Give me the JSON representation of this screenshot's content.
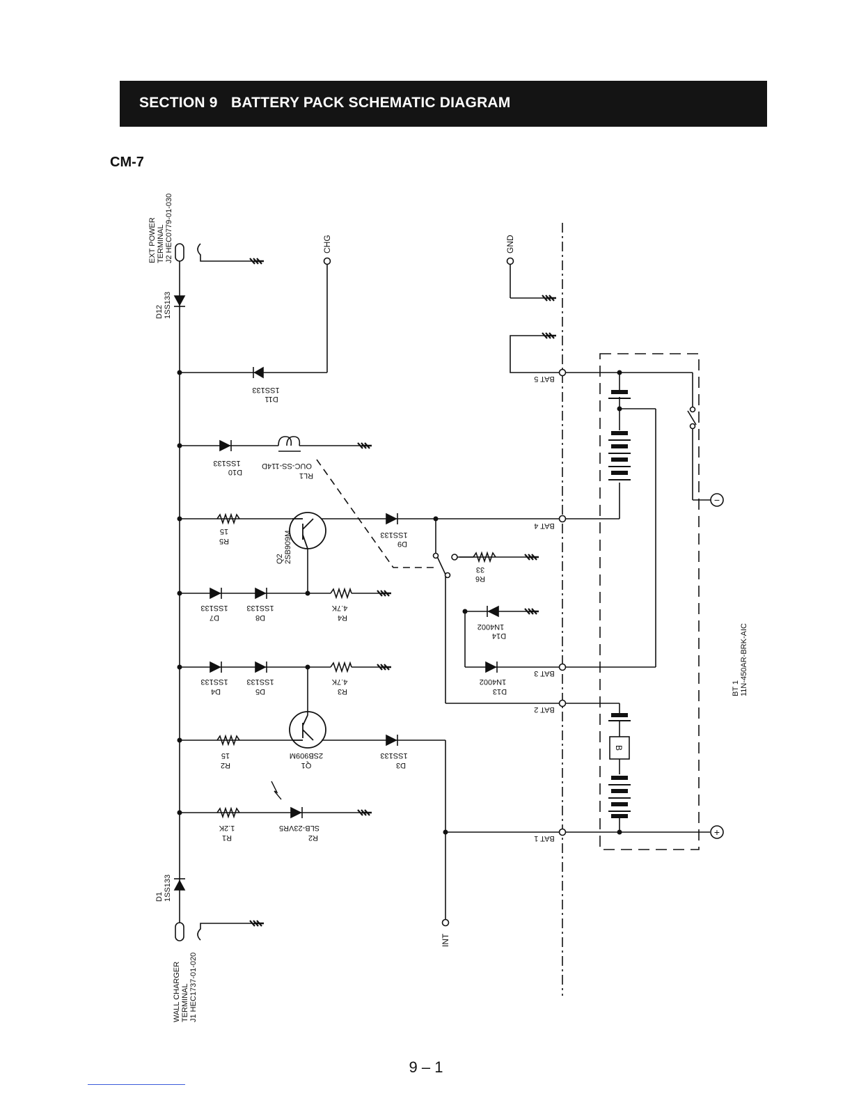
{
  "header": {
    "section": "SECTION 9",
    "title": "BATTERY PACK SCHEMATIC DIAGRAM"
  },
  "model": "CM-7",
  "page_number": "9 – 1",
  "terminals": {
    "ext_power": [
      "EXT POWER",
      "TERMINAL",
      "J2 HEC0779-01-030"
    ],
    "wall_charger": [
      "WALL CHARGER",
      "TERMINAL",
      "J1 HEC1737-01-020"
    ],
    "chg": "CHG",
    "gnd": "GND",
    "int": "INT"
  },
  "components": {
    "d12": [
      "D12",
      "1SS133"
    ],
    "d1": [
      "D1",
      "1SS133"
    ],
    "d11": [
      "D11",
      "1SS133"
    ],
    "d10": [
      "D10",
      "1SS133"
    ],
    "rl1": [
      "RL1",
      "OUC-SS-114D"
    ],
    "r5": [
      "R5",
      "15"
    ],
    "q2": [
      "Q2",
      "2SB909M"
    ],
    "d9": [
      "D9",
      "1SS133"
    ],
    "r6": [
      "R6",
      "33"
    ],
    "d7": [
      "D7",
      "1SS133"
    ],
    "d8": [
      "D8",
      "1SS133"
    ],
    "r4": [
      "R4",
      "4.7K"
    ],
    "d14": [
      "D14",
      "1N4002"
    ],
    "d4": [
      "D4",
      "1SS133"
    ],
    "d5": [
      "D5",
      "1SS133"
    ],
    "r3": [
      "R3",
      "4.7K"
    ],
    "d13": [
      "D13",
      "1N4002"
    ],
    "r2": [
      "R2",
      "15"
    ],
    "q1": [
      "Q1",
      "2SB909M"
    ],
    "d3": [
      "D3",
      "1SS133"
    ],
    "r1": [
      "R1",
      "1.2K"
    ],
    "led2": [
      "R2",
      "SLB-23VR5"
    ],
    "bt1": [
      "BT 1",
      "11N-450AR-BRK-AIC"
    ]
  },
  "battery_taps": [
    "BAT 5",
    "BAT 4",
    "BAT 3",
    "BAT 2",
    "BAT 1"
  ],
  "battery_block_label": "B",
  "polarity": {
    "minus": "−",
    "plus": "+"
  },
  "colors": {
    "header_bg": "#141414",
    "ink": "#111111"
  }
}
